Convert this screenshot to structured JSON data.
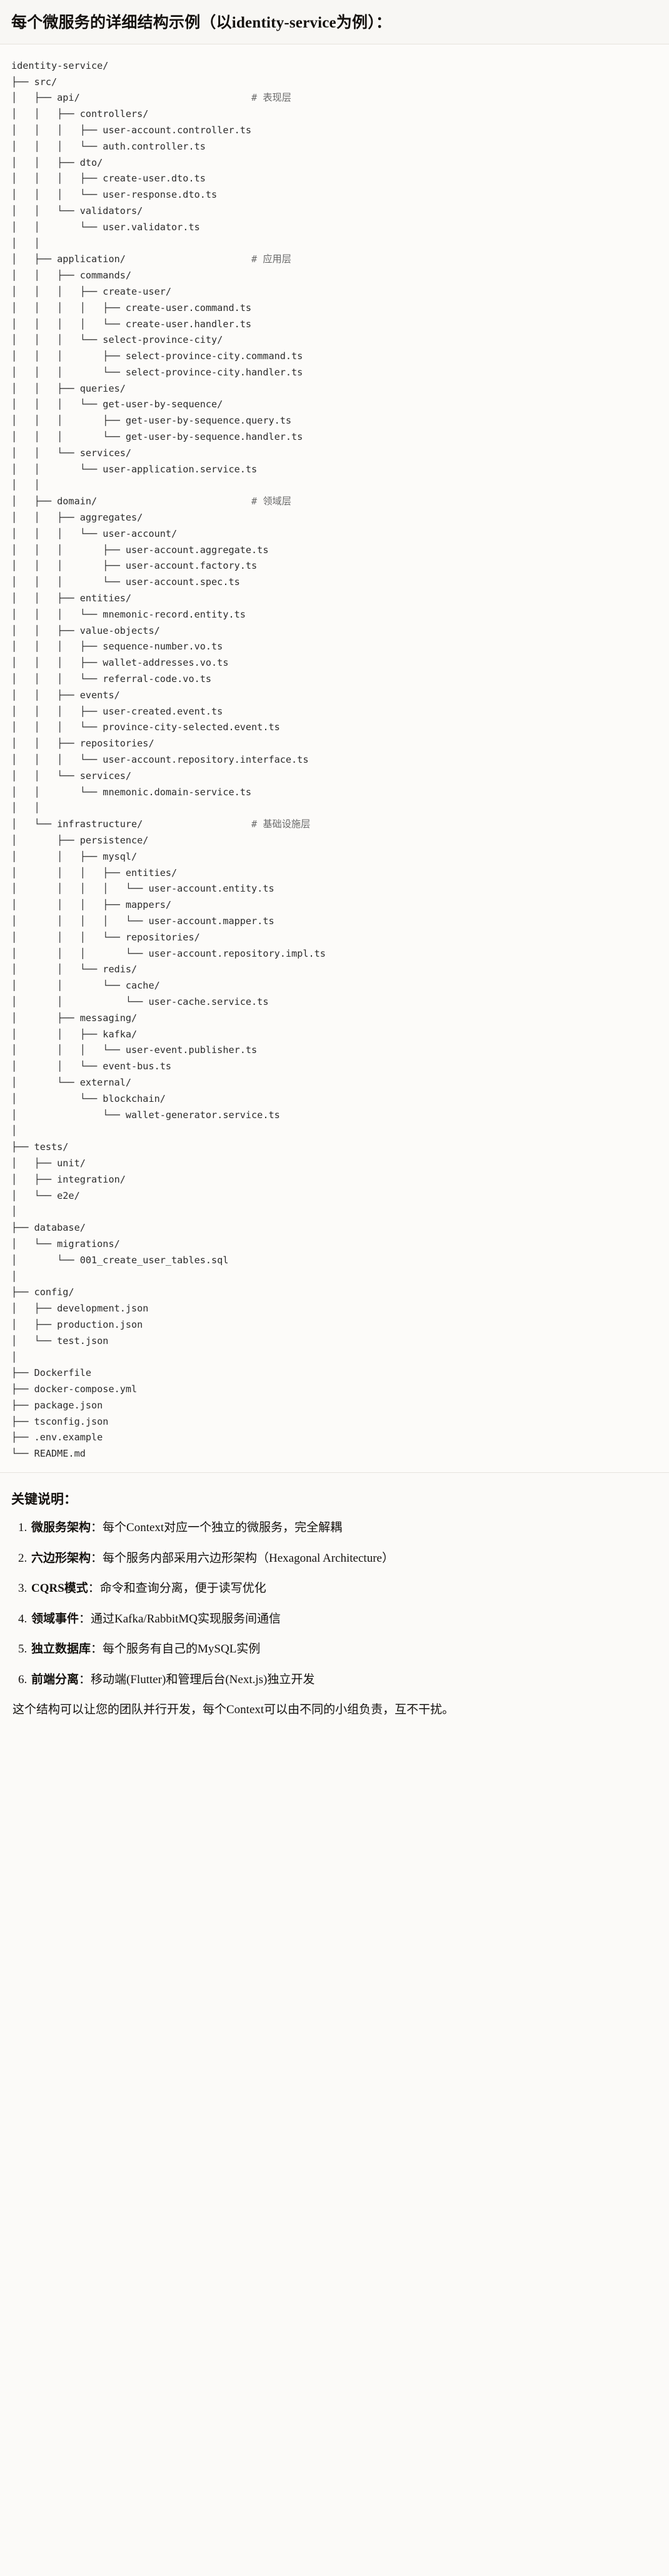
{
  "header": {
    "title": "每个微服务的详细结构示例（以identity-service为例）："
  },
  "code_block": {
    "language": "text",
    "root": "identity-service/",
    "comments": {
      "presentation": "# 表现层",
      "application": "# 应用层",
      "domain": "# 领域层",
      "infrastructure": "# 基础设施层"
    },
    "tree_text": "identity-service/\n├── src/\n│   ├── api/                              # 表现层\n│   │   ├── controllers/\n│   │   │   ├── user-account.controller.ts\n│   │   │   └── auth.controller.ts\n│   │   ├── dto/\n│   │   │   ├── create-user.dto.ts\n│   │   │   └── user-response.dto.ts\n│   │   └── validators/\n│   │       └── user.validator.ts\n│   │\n│   ├── application/                      # 应用层\n│   │   ├── commands/\n│   │   │   ├── create-user/\n│   │   │   │   ├── create-user.command.ts\n│   │   │   │   └── create-user.handler.ts\n│   │   │   └── select-province-city/\n│   │   │       ├── select-province-city.command.ts\n│   │   │       └── select-province-city.handler.ts\n│   │   ├── queries/\n│   │   │   └── get-user-by-sequence/\n│   │   │       ├── get-user-by-sequence.query.ts\n│   │   │       └── get-user-by-sequence.handler.ts\n│   │   └── services/\n│   │       └── user-application.service.ts\n│   │\n│   ├── domain/                           # 领域层\n│   │   ├── aggregates/\n│   │   │   └── user-account/\n│   │   │       ├── user-account.aggregate.ts\n│   │   │       ├── user-account.factory.ts\n│   │   │       └── user-account.spec.ts\n│   │   ├── entities/\n│   │   │   └── mnemonic-record.entity.ts\n│   │   ├── value-objects/\n│   │   │   ├── sequence-number.vo.ts\n│   │   │   ├── wallet-addresses.vo.ts\n│   │   │   └── referral-code.vo.ts\n│   │   ├── events/\n│   │   │   ├── user-created.event.ts\n│   │   │   └── province-city-selected.event.ts\n│   │   ├── repositories/\n│   │   │   └── user-account.repository.interface.ts\n│   │   └── services/\n│   │       └── mnemonic.domain-service.ts\n│   │\n│   └── infrastructure/                   # 基础设施层\n│       ├── persistence/\n│       │   ├── mysql/\n│       │   │   ├── entities/\n│       │   │   │   └── user-account.entity.ts\n│       │   │   ├── mappers/\n│       │   │   │   └── user-account.mapper.ts\n│       │   │   └── repositories/\n│       │   │       └── user-account.repository.impl.ts\n│       │   └── redis/\n│       │       └── cache/\n│       │           └── user-cache.service.ts\n│       ├── messaging/\n│       │   ├── kafka/\n│       │   │   └── user-event.publisher.ts\n│       │   └── event-bus.ts\n│       └── external/\n│           └── blockchain/\n│               └── wallet-generator.service.ts\n│\n├── tests/\n│   ├── unit/\n│   ├── integration/\n│   └── e2e/\n│\n├── database/\n│   └── migrations/\n│       └── 001_create_user_tables.sql\n│\n├── config/\n│   ├── development.json\n│   ├── production.json\n│   └── test.json\n│\n├── Dockerfile\n├── docker-compose.yml\n├── package.json\n├── tsconfig.json\n├── .env.example\n└── README.md"
  },
  "keypoints": {
    "title": "关键说明：",
    "items": [
      {
        "term": "微服务架构",
        "desc": "：每个Context对应一个独立的微服务，完全解耦"
      },
      {
        "term": "六边形架构",
        "desc": "：每个服务内部采用六边形架构（Hexagonal Architecture）"
      },
      {
        "term": "CQRS模式",
        "desc": "：命令和查询分离，便于读写优化"
      },
      {
        "term": "领域事件",
        "desc": "：通过Kafka/RabbitMQ实现服务间通信"
      },
      {
        "term": "独立数据库",
        "desc": "：每个服务有自己的MySQL实例"
      },
      {
        "term": "前端分离",
        "desc": "：移动端(Flutter)和管理后台(Next.js)独立开发"
      }
    ],
    "footer": "这个结构可以让您的团队并行开发，每个Context可以由不同的小组负责，互不干扰。"
  }
}
